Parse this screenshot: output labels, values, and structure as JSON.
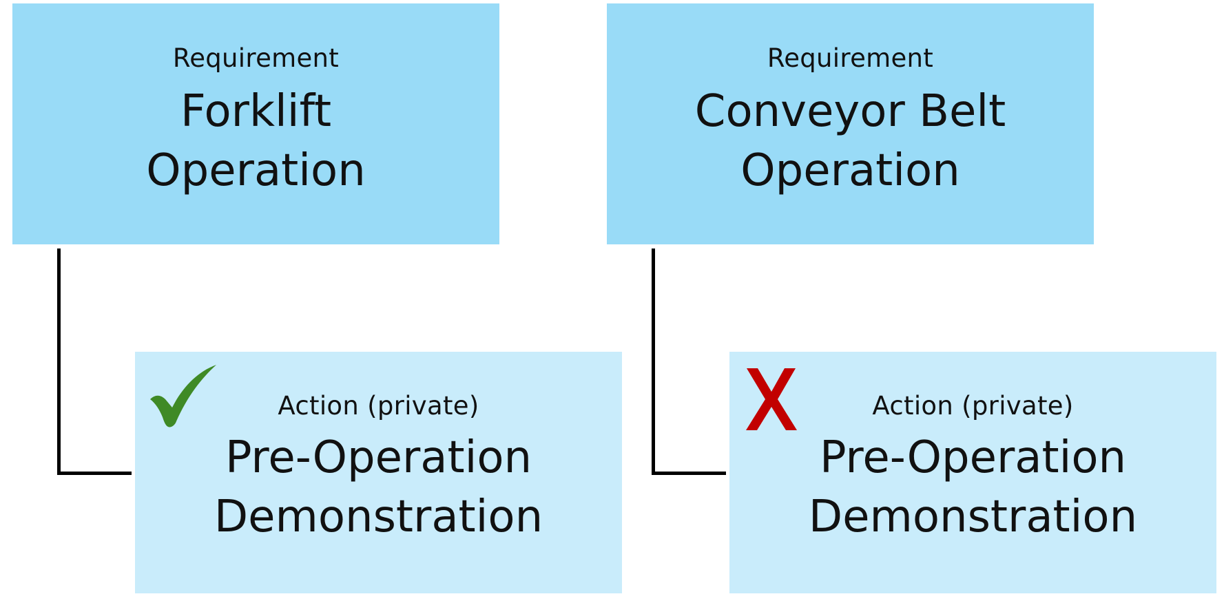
{
  "requirements": [
    {
      "type_label": "Requirement",
      "title": "Forklift\nOperation"
    },
    {
      "type_label": "Requirement",
      "title": "Conveyor Belt\nOperation"
    }
  ],
  "actions": [
    {
      "type_label": "Action (private)",
      "title": "Pre-Operation\nDemonstration",
      "status_icon": "check-icon",
      "status_color": "#3f8a26"
    },
    {
      "type_label": "Action (private)",
      "title": "Pre-Operation\nDemonstration",
      "status_icon": "x-icon",
      "status_color": "#c20000"
    }
  ],
  "colors": {
    "requirement_fill": "#99dbf7",
    "action_fill": "#c9ecfb",
    "connector": "#000000"
  }
}
